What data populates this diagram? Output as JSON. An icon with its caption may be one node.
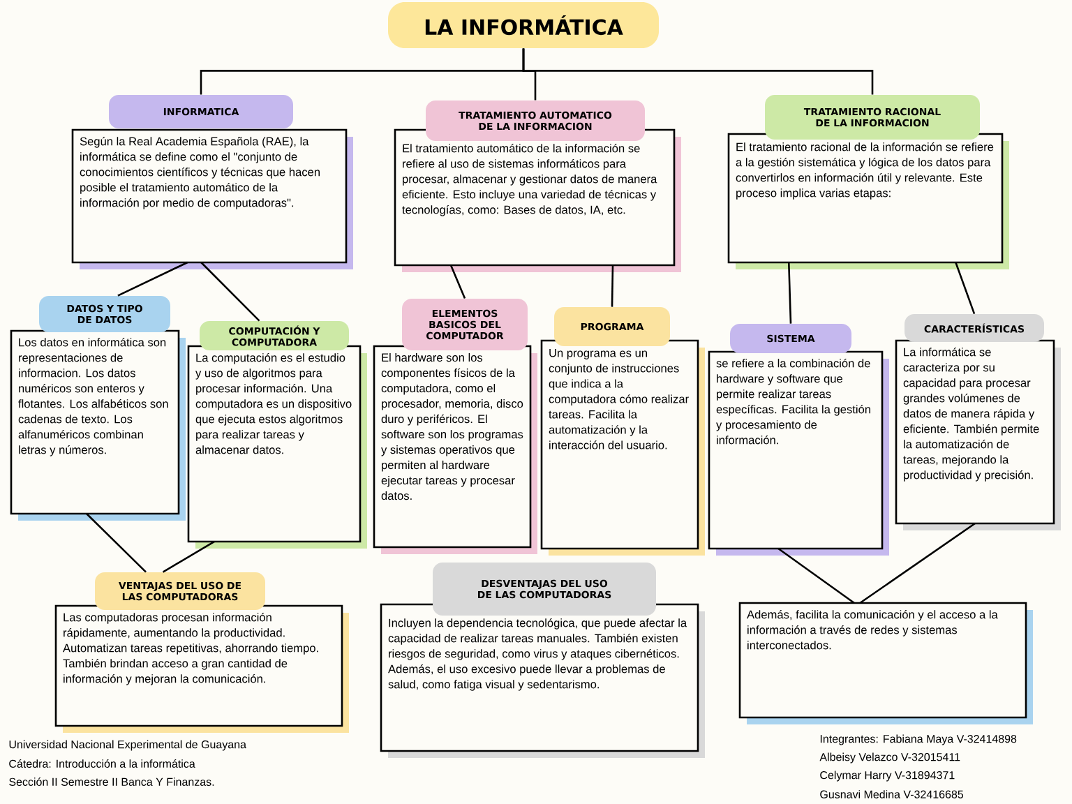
{
  "diagram": {
    "nodes": [
      {
        "text": [
          "LA INFORMÁTICA"
        ]
      },
      {
        "text": [
          "INFORMATICA",
          "Según la Real Academia Española (RAE), la informática se define como el \"conjunto de conocimientos científicos y técnicas que hacen posible el tratamiento automático de la información por medio de computadoras\"."
        ]
      },
      {
        "text": [
          "TRATAMIENTO AUTOMATICO DE LA INFORMACION",
          "El tratamiento automático de la información se refiere al uso de sistemas informáticos para procesar, almacenar y gestionar datos de manera eficiente. Esto incluye una variedad de técnicas y tecnologías, como: Bases de datos, IA, etc."
        ]
      },
      {
        "text": [
          "TRATAMIENTO RACIONAL DE LA INFORMACION",
          "El tratamiento racional de la información se refiere a la gestión sistemática y lógica de los datos para convertirlos en información útil y relevante. Este proceso implica varias etapas:"
        ]
      },
      {
        "text": [
          "DATOS Y TIPO DE DATOS",
          "Los datos en informática son representaciones de informacion. Los datos numéricos son enteros y flotantes. Los alfabéticos son cadenas de texto. Los alfanuméricos combinan letras y números."
        ]
      },
      {
        "text": [
          "COMPUTACIÓN Y COMPUTADORA",
          "La computación es el estudio y uso de algoritmos para procesar información. Una computadora es un dispositivo que ejecuta estos algoritmos para realizar tareas y almacenar datos."
        ]
      },
      {
        "text": [
          "ELEMENTOS BASICOS DEL COMPUTADOR",
          "El hardware son los componentes físicos de la computadora, como el procesador, memoria, disco duro y periféricos. El software son los programas y sistemas operativos que permiten al hardware ejecutar tareas y procesar datos."
        ]
      },
      {
        "text": [
          "PROGRAMA",
          "Un programa es un conjunto de instrucciones que indica a la computadora cómo realizar tareas. Facilita la automatización y la interacción del usuario."
        ]
      },
      {
        "text": [
          "SISTEMA",
          "se refiere a la combinación de hardware y software que permite realizar tareas específicas. Facilita la gestión y procesamiento de información."
        ]
      },
      {
        "text": [
          "CARACTERÍSTICAS",
          "La informática se caracteriza por su capacidad para procesar grandes volúmenes de datos de manera rápida y eficiente. También permite la automatización de tareas, mejorando la productividad y precisión."
        ]
      },
      {
        "text": [
          "VENTAJAS DEL USO DE LAS COMPUTADORAS",
          "Las computadoras procesan información rápidamente, aumentando la productividad. Automatizan tareas repetitivas, ahorrando tiempo. También brindan acceso a gran cantidad de información y mejoran la comunicación."
        ]
      },
      {
        "text": [
          "DESVENTAJAS DEL USO DE LAS COMPUTADORAS",
          "Incluyen la dependencia tecnológica, que puede afectar la capacidad de realizar tareas manuales. También existen riesgos de seguridad, como virus y ataques cibernéticos. Además, el uso excesivo puede llevar a problemas de salud, como fatiga visual y sedentarismo."
        ]
      },
      {
        "text": [
          "Además, facilita la comunicación y el acceso a la información a través de redes y sistemas interconectados."
        ]
      }
    ],
    "edges": [
      {
        "from": 0,
        "to": 1,
        "arrow": "none"
      },
      {
        "from": 0,
        "to": 2,
        "arrow": "none"
      },
      {
        "from": 0,
        "to": 3,
        "arrow": "none"
      },
      {
        "from": 1,
        "to": 4,
        "arrow": "none"
      },
      {
        "from": 1,
        "to": 5,
        "arrow": "none"
      },
      {
        "from": 2,
        "to": 6,
        "arrow": "none"
      },
      {
        "from": 2,
        "to": 7,
        "arrow": "none"
      },
      {
        "from": 3,
        "to": 8,
        "arrow": "none"
      },
      {
        "from": 3,
        "to": 9,
        "arrow": "none"
      },
      {
        "from": 4,
        "to": 10,
        "arrow": "none"
      },
      {
        "from": 5,
        "to": 10,
        "arrow": "none"
      },
      {
        "from": 8,
        "to": 12,
        "arrow": "none"
      },
      {
        "from": 9,
        "to": 12,
        "arrow": "none"
      }
    ],
    "labels": [
      "Universidad Nacional Experimental de Guayana",
      "Cátedra: Introducción a la informática",
      "Sección II Semestre II Banca Y Finanzas.",
      "Integrantes: Fabiana Maya V-32414898",
      "Albeisy Velazco V-32015411",
      "Celymar Harry V-31894371",
      "Gusnavi Medina V-32416685"
    ]
  }
}
